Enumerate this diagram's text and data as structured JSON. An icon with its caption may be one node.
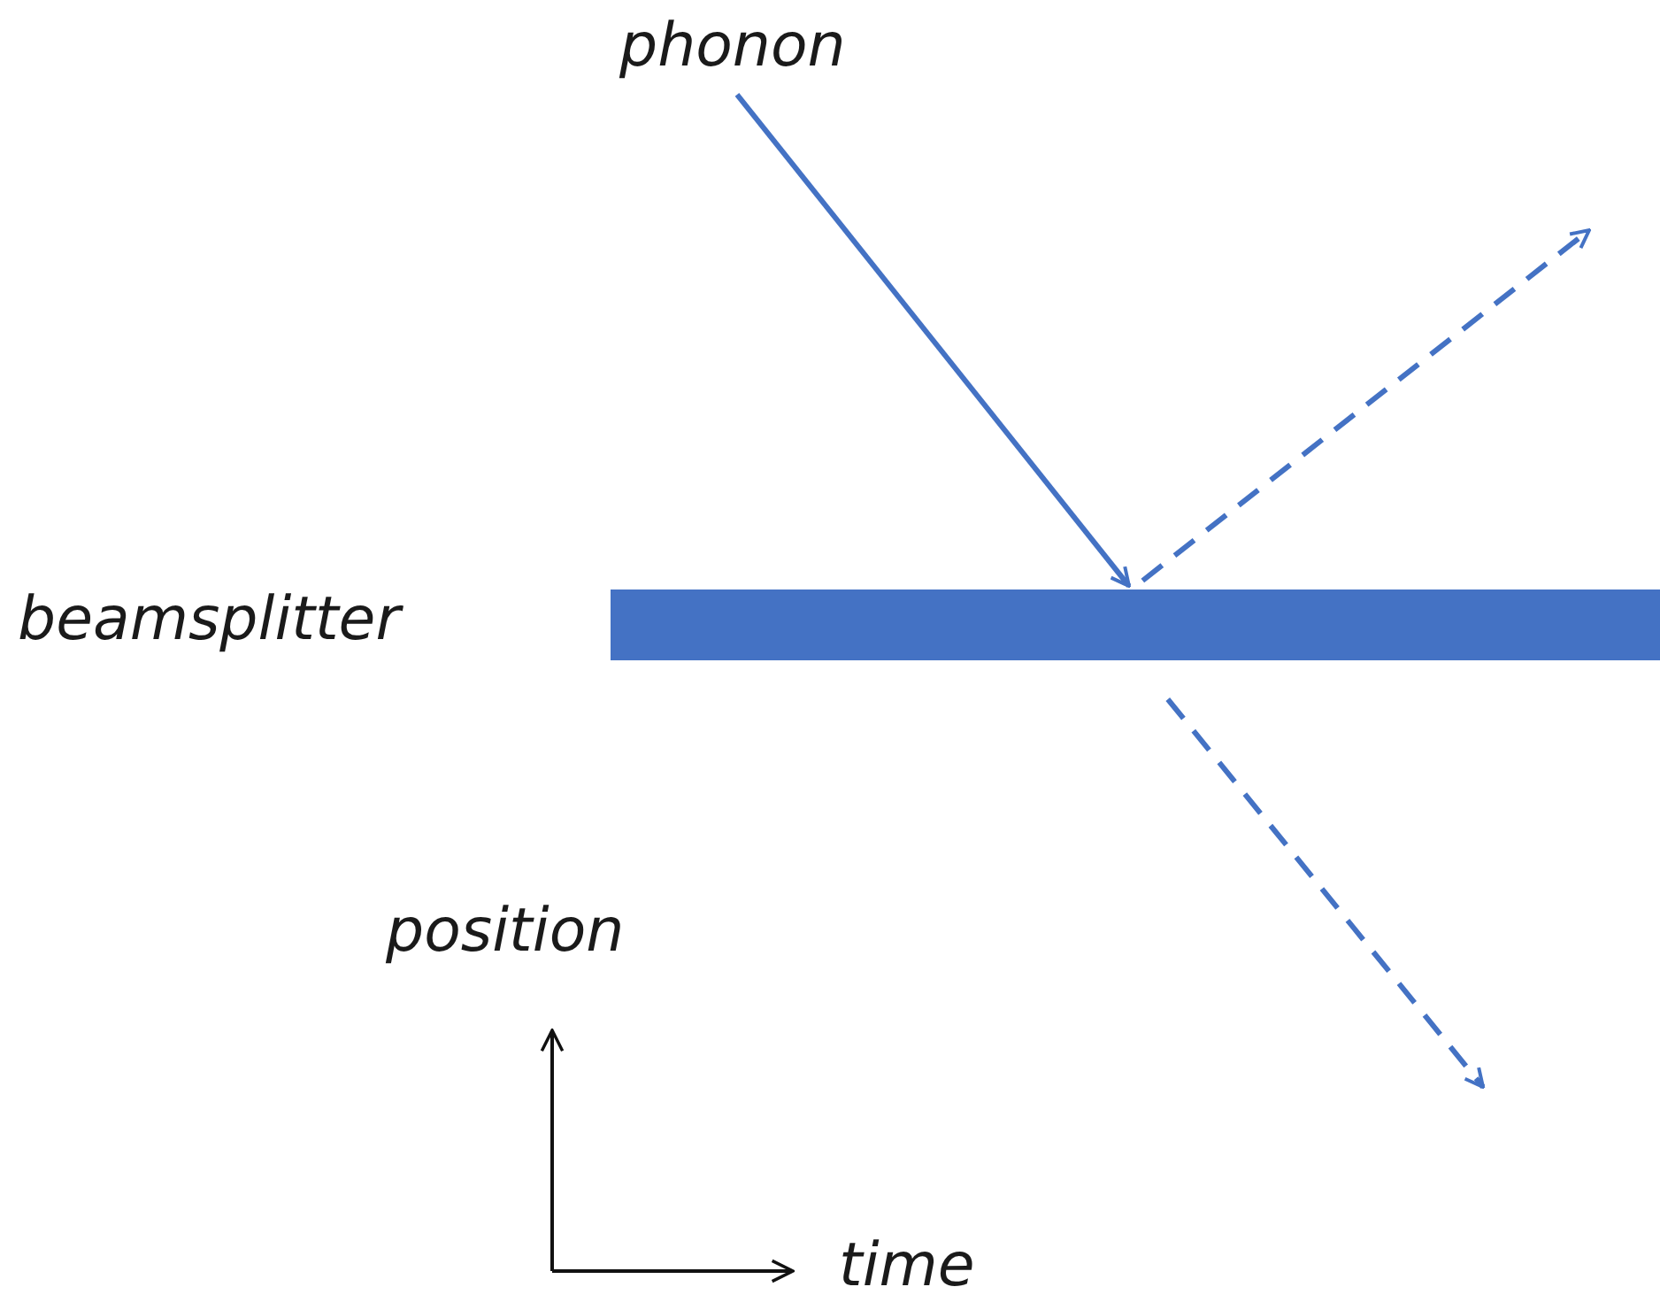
{
  "diagram": {
    "nodes": [
      {
        "text": [
          "phonon"
        ]
      },
      {
        "text": [
          "beamsplitter"
        ]
      }
    ],
    "edges": [
      {
        "from": 0,
        "to": 1,
        "arrow": "to"
      },
      {
        "from": 1,
        "to": null,
        "arrow": "to",
        "style": "dashed"
      },
      {
        "from": 1,
        "to": null,
        "arrow": "to",
        "style": "dashed"
      }
    ],
    "labels": [
      "position",
      "time"
    ]
  }
}
